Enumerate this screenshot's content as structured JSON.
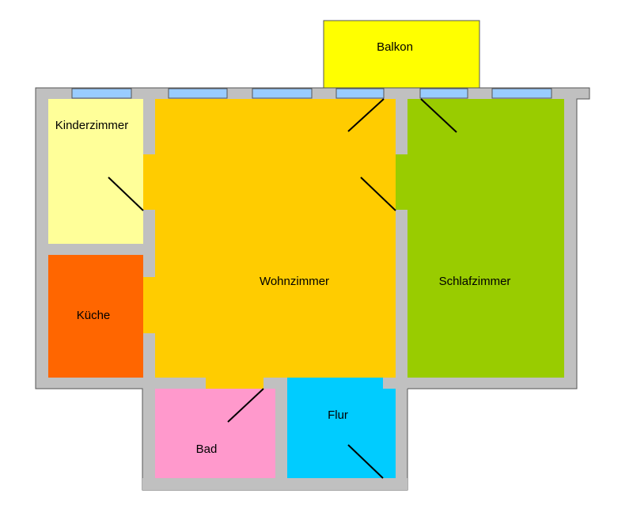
{
  "colors": {
    "wall": "#c0c0c0",
    "wall_outline": "#555555",
    "window": "#99ccff",
    "door_line": "#000000"
  },
  "rooms": {
    "balkon": {
      "label": "Balkon",
      "color": "#ffff00"
    },
    "kinderzimmer": {
      "label": "Kinderzimmer",
      "color": "#ffff99"
    },
    "kueche": {
      "label": "Küche",
      "color": "#ff6600"
    },
    "wohnzimmer": {
      "label": "Wohnzimmer",
      "color": "#ffcc00"
    },
    "schlafzimmer": {
      "label": "Schlafzimmer",
      "color": "#99cc00"
    },
    "bad": {
      "label": "Bad",
      "color": "#ff99cc"
    },
    "flur": {
      "label": "Flur",
      "color": "#00ccff"
    }
  }
}
